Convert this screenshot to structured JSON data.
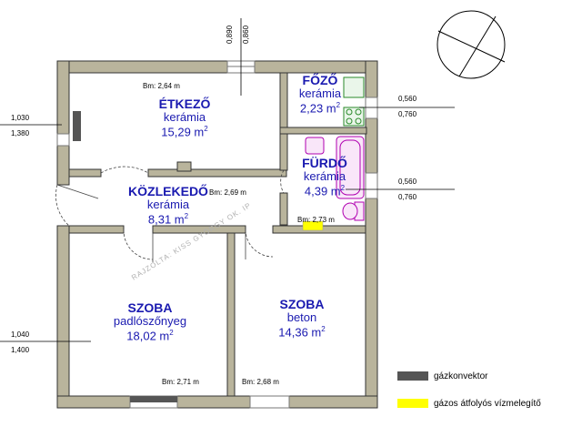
{
  "rooms": [
    {
      "name": "ÉTKEZŐ",
      "floor": "kerámia",
      "area": "15,29 m",
      "sup": "2"
    },
    {
      "name": "FŐZŐ",
      "floor": "kerámia",
      "area": "2,23 m",
      "sup": "2"
    },
    {
      "name": "FÜRDŐ",
      "floor": "kerámia",
      "area": "4,39 m",
      "sup": "2"
    },
    {
      "name": "KÖZLEKEDŐ",
      "floor": "kerámia",
      "area": "8,31 m",
      "sup": "2"
    },
    {
      "name": "SZOBA",
      "floor": "padlószőnyeg",
      "area": "18,02 m",
      "sup": "2"
    },
    {
      "name": "SZOBA",
      "floor": "beton",
      "area": "14,36 m",
      "sup": "2"
    }
  ],
  "heights": [
    "Bm: 2,64 m",
    "Bm: 2,69 m",
    "Bm: 2,73 m",
    "Bm: 2,71 m",
    "Bm: 2,68 m"
  ],
  "dimensions": {
    "top_door": [
      "0,890",
      "0,860"
    ],
    "left_upper": [
      "1,030",
      "1,380"
    ],
    "left_lower": [
      "1,040",
      "1,400"
    ],
    "right_upper": [
      "0,560",
      "0,760"
    ],
    "right_lower": [
      "0,560",
      "0,760"
    ]
  },
  "legend": [
    {
      "label": "gázkonvektor",
      "color": "#555555"
    },
    {
      "label": "gázos átfolyós vízmelegítő",
      "color": "#ffff00"
    }
  ],
  "watermark": "RAJZOLTA: KISS GYÖRGY OK. IP"
}
